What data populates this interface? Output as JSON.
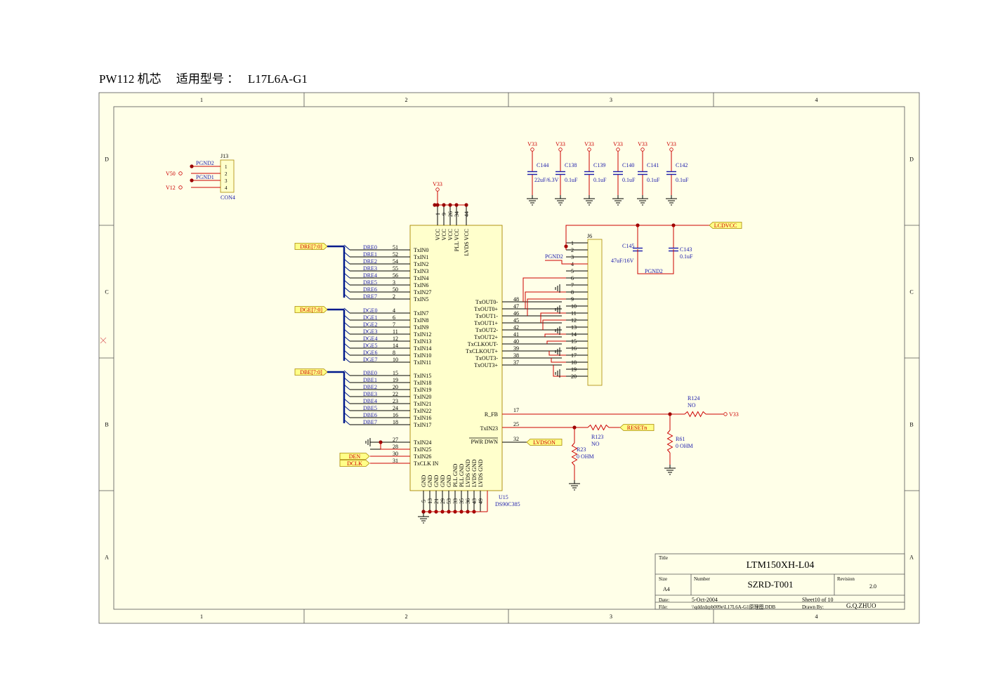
{
  "header": {
    "text": "PW112 机芯     适用型号 ：   L17L6A-G1"
  },
  "frame": {
    "cols": [
      "1",
      "2",
      "3",
      "4"
    ],
    "rows": [
      "D",
      "C",
      "B",
      "A"
    ]
  },
  "title_block": {
    "title_label": "Title",
    "title": "LTM150XH-L04",
    "size_label": "Size",
    "size": "A4",
    "number_label": "Number",
    "number": "SZRD-T001",
    "revision_label": "Revision",
    "revision": "2.0",
    "date_label": "Date:",
    "date": "5-Oct-2004",
    "sheet": "Sheet10 of  10",
    "file_label": "File:",
    "file": "\\\\qddzdzpb009e\\L17L6A-G1原理图.DDB",
    "drawn_label": "Drawn By:",
    "drawn": "G.Q.ZHUO"
  },
  "j13": {
    "ref": "J13",
    "value": "CON4",
    "pins": [
      "1",
      "2",
      "3",
      "4"
    ],
    "nets": [
      "PGND2",
      "V50",
      "PGND1",
      "V12"
    ]
  },
  "caps_top": {
    "power": "V33",
    "items": [
      {
        "ref": "C144",
        "value": "22uF/6.3V"
      },
      {
        "ref": "C138",
        "value": "0.1uF"
      },
      {
        "ref": "C139",
        "value": "0.1uF"
      },
      {
        "ref": "C140",
        "value": "0.1uF"
      },
      {
        "ref": "C141",
        "value": "0.1uF"
      },
      {
        "ref": "C142",
        "value": "0.1uF"
      }
    ]
  },
  "u15": {
    "ref": "U15",
    "part": "DS90C385",
    "vcc_net": "V33",
    "top_pins": [
      {
        "num": "1",
        "name": "VCC"
      },
      {
        "num": "9",
        "name": "VCC"
      },
      {
        "num": "26",
        "name": "VCC"
      },
      {
        "num": "34",
        "name": "PLL VCC"
      },
      {
        "num": "44",
        "name": "LVDS VCC"
      }
    ],
    "bottom_pins": [
      {
        "num": "5",
        "name": "GND"
      },
      {
        "num": "13",
        "name": "GND"
      },
      {
        "num": "21",
        "name": "GND"
      },
      {
        "num": "29",
        "name": "GND"
      },
      {
        "num": "53",
        "name": "GND"
      },
      {
        "num": "33",
        "name": "PLL GND"
      },
      {
        "num": "35",
        "name": "PLL GND"
      },
      {
        "num": "36",
        "name": "LVDS GND"
      },
      {
        "num": "43",
        "name": "LVDS GND"
      },
      {
        "num": "49",
        "name": "LVDS GND"
      }
    ],
    "buses": [
      {
        "label": "DRE[7:0]",
        "nets": [
          "DRE0",
          "DRE1",
          "DRE2",
          "DRE3",
          "DRE4",
          "DRE5",
          "DRE6",
          "DRE7"
        ],
        "nums": [
          "51",
          "52",
          "54",
          "55",
          "56",
          "3",
          "50",
          "2"
        ],
        "pins": [
          "TxIN0",
          "TxIN1",
          "TxIN2",
          "TxIN3",
          "TxIN4",
          "TxIN6",
          "TxIN27",
          "TxIN5"
        ]
      },
      {
        "label": "DGE[7:0]",
        "nets": [
          "DGE0",
          "DGE1",
          "DGE2",
          "DGE3",
          "DGE4",
          "DGE5",
          "DGE6",
          "DGE7"
        ],
        "nums": [
          "4",
          "6",
          "7",
          "11",
          "12",
          "14",
          "8",
          "10"
        ],
        "pins": [
          "TxIN7",
          "TxIN8",
          "TxIN9",
          "TxIN12",
          "TxIN13",
          "TxIN14",
          "TxIN10",
          "TxIN11"
        ]
      },
      {
        "label": "DBE[7:0]",
        "nets": [
          "DBE0",
          "DBE1",
          "DBE2",
          "DBE3",
          "DBE4",
          "DBE5",
          "DBE6",
          "DBE7"
        ],
        "nums": [
          "15",
          "19",
          "20",
          "22",
          "23",
          "24",
          "16",
          "18"
        ],
        "pins": [
          "TxIN15",
          "TxIN18",
          "TxIN19",
          "TxIN20",
          "TxIN21",
          "TxIN22",
          "TxIN16",
          "TxIN17"
        ]
      }
    ],
    "misc_pins": [
      {
        "num": "27",
        "name": "TxIN24",
        "net": ""
      },
      {
        "num": "28",
        "name": "TxIN25",
        "net": ""
      },
      {
        "num": "30",
        "name": "TxIN26",
        "net": "DEN"
      },
      {
        "num": "31",
        "name": "TxCLK IN",
        "net": "DCLK"
      }
    ],
    "out_pins": [
      {
        "num": "48",
        "name": "TxOUT0-"
      },
      {
        "num": "47",
        "name": "TxOUT0+"
      },
      {
        "num": "46",
        "name": "TxOUT1-"
      },
      {
        "num": "45",
        "name": "TxOUT1+"
      },
      {
        "num": "42",
        "name": "TxOUT2-"
      },
      {
        "num": "41",
        "name": "TxOUT2+"
      },
      {
        "num": "40",
        "name": "TxCLKOUT-"
      },
      {
        "num": "39",
        "name": "TxCLKOUT+"
      },
      {
        "num": "38",
        "name": "TxOUT3-"
      },
      {
        "num": "37",
        "name": "TxOUT3+"
      }
    ],
    "rfb": {
      "num": "17",
      "name": "R_FB"
    },
    "txin23": {
      "num": "25",
      "name": "TxIN23"
    },
    "pwrdwn": {
      "num": "32",
      "name": "PWR DWN"
    }
  },
  "j6": {
    "ref": "J6",
    "pins": [
      "1",
      "2",
      "3",
      "4",
      "5",
      "6",
      "7",
      "8",
      "9",
      "10",
      "11",
      "12",
      "13",
      "14",
      "15",
      "16",
      "17",
      "18",
      "19",
      "20"
    ]
  },
  "lcd_power": {
    "net": "LCDVCC",
    "c145": {
      "ref": "C145",
      "value": "47uF/16V"
    },
    "c143": {
      "ref": "C143",
      "value": "0.1uF"
    },
    "pgnd2_a": "PGND2",
    "pgnd2_b": "PGND2"
  },
  "lower_right": {
    "r124": {
      "ref": "R124",
      "value": "NO"
    },
    "v33": "V33",
    "r61": {
      "ref": "R61",
      "value": "0 OHM"
    },
    "r123": {
      "ref": "R123",
      "value": "NO"
    },
    "r23": {
      "ref": "R23",
      "value": "0 OHM"
    },
    "reset": "RESETn",
    "lvdson": "LVDSON"
  }
}
